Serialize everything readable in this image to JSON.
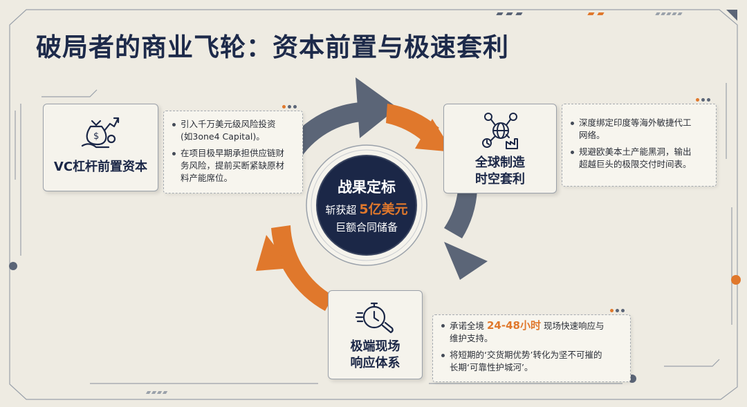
{
  "title": "破局者的商业飞轮：资本前置与极速套利",
  "center": {
    "heading": "战果定标",
    "line1_prefix": "斩获超",
    "line1_highlight": "5亿美元",
    "line2": "巨额合同储备"
  },
  "nodes": {
    "vc": {
      "label": "VC杠杆前置资本",
      "icon": "money-bag-growth-icon",
      "bullets": [
        [
          "引入千万美元级风险投资",
          "(如3one4 Capital)。"
        ],
        [
          "在项目极早期承担供应链财",
          "务风险，提前买断紧缺原材",
          "料产能席位。"
        ]
      ]
    },
    "global": {
      "label_line1": "全球制造",
      "label_line2": "时空套利",
      "icon": "globe-network-factory-icon",
      "bullets": [
        [
          "深度绑定印度等海外敏捷代工",
          "网络。"
        ],
        [
          "规避欧美本土产能黑洞，输出",
          "超越巨头的极限交付时间表。"
        ]
      ]
    },
    "response": {
      "label_line1": "极端现场",
      "label_line2": "响应体系",
      "icon": "stopwatch-wrench-icon",
      "bullet1_prefix": "承诺全境",
      "bullet1_highlight": "24-48小时",
      "bullet1_suffix": "现场快速响应与",
      "bullet1_line2": "维护支持。",
      "bullet2": [
        "将短期的‘交货期优势’转化为坚不可摧的",
        "长期‘可靠性护城河’。"
      ]
    }
  },
  "colors": {
    "navy": "#1b2747",
    "orange": "#e0782c",
    "slate": "#5b6577",
    "background": "#eeebe2"
  }
}
